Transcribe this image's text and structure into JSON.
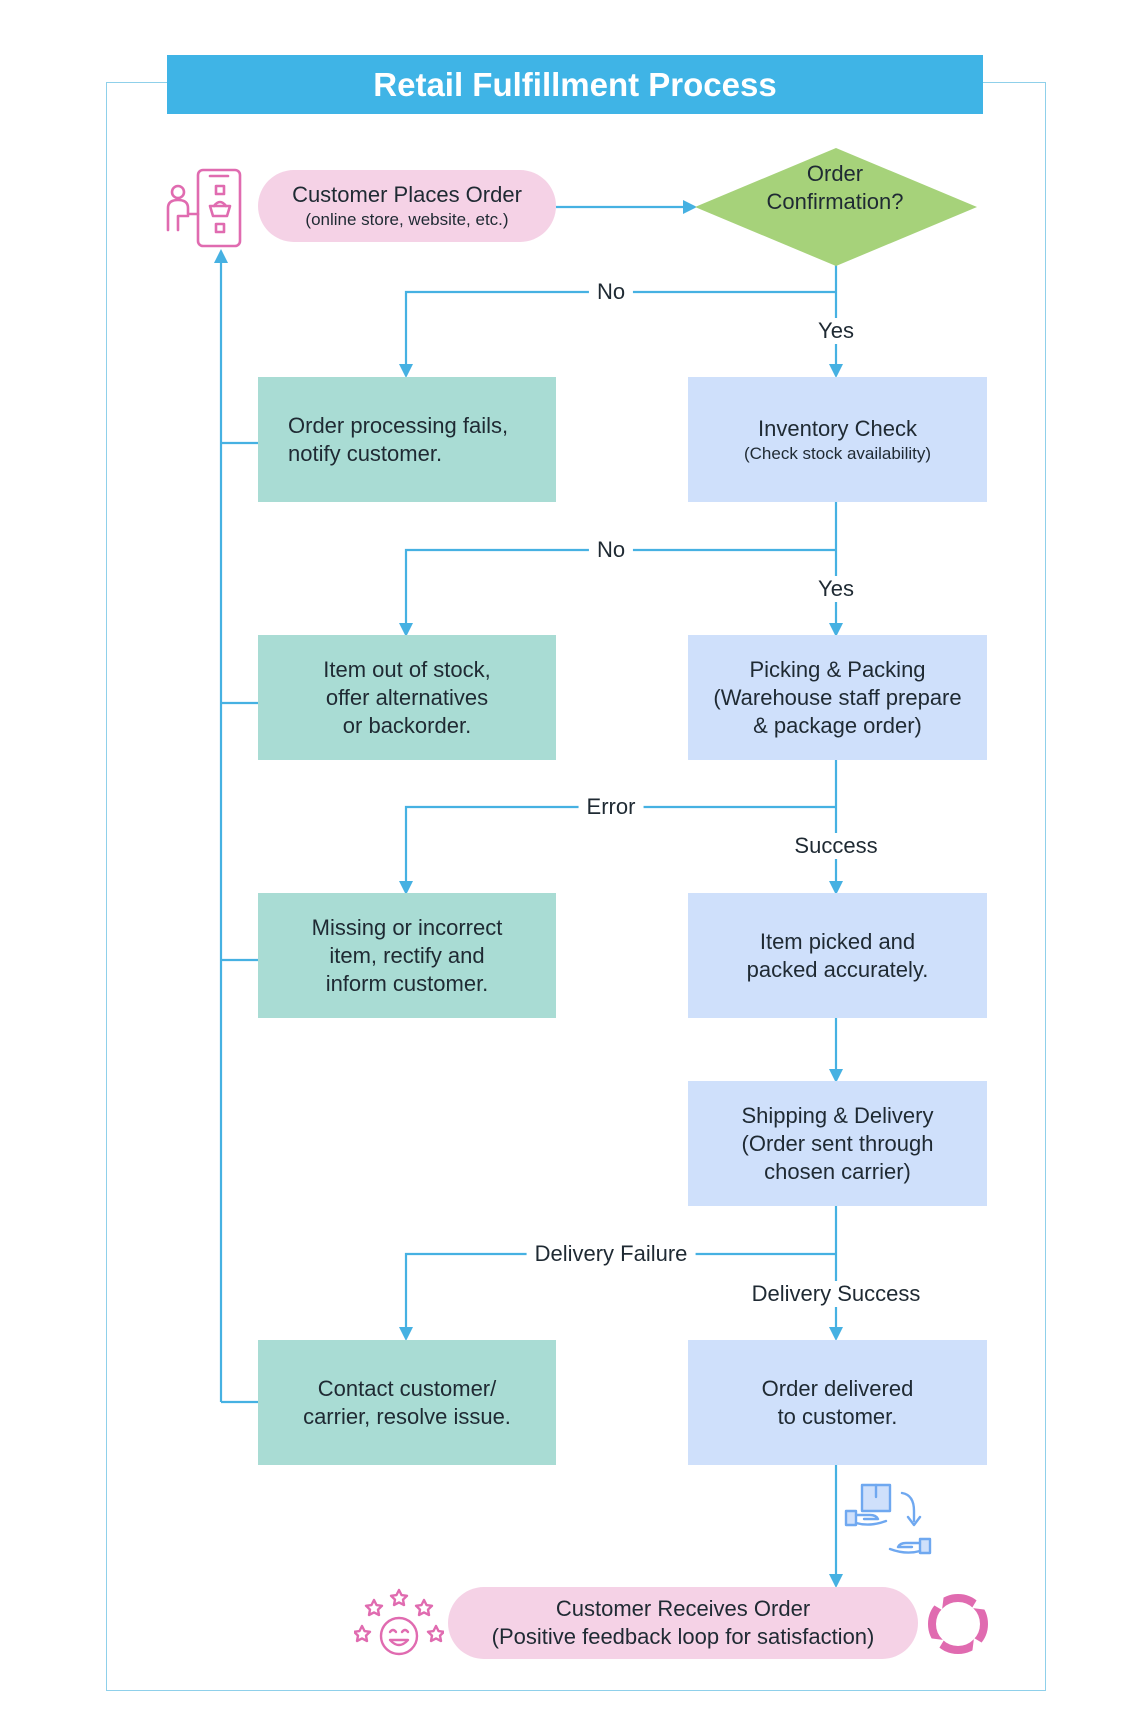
{
  "title": "Retail Fulfillment Process",
  "start": {
    "main": "Customer Places Order",
    "sub": "(online store, website, etc.)"
  },
  "decision": {
    "text": "Order\nConfirmation?"
  },
  "edges": {
    "no_1": "No",
    "yes_1": "Yes",
    "no_2": "No",
    "yes_2": "Yes",
    "error": "Error",
    "success": "Success",
    "delivery_failure": "Delivery Failure",
    "delivery_success": "Delivery Success"
  },
  "fail_boxes": {
    "processing_fails": "Order processing fails,\nnotify customer.",
    "out_of_stock": "Item out of stock,\noffer alternatives\nor backorder.",
    "missing_item": "Missing or incorrect\nitem, rectify and\ninform customer.",
    "contact_customer": "Contact customer/\ncarrier, resolve issue."
  },
  "steps": {
    "inventory_main": "Inventory Check",
    "inventory_sub": "(Check stock availability)",
    "picking": "Picking & Packing\n(Warehouse staff prepare\n& package order)",
    "picked": "Item picked and\npacked accurately.",
    "shipping": "Shipping & Delivery\n(Order sent through\nchosen carrier)",
    "delivered": "Order delivered\nto customer."
  },
  "end": {
    "main": "Customer Receives Order",
    "sub": "(Positive feedback loop for satisfaction)"
  },
  "colors": {
    "accent": "#3fb4e6",
    "line": "#46b1e2",
    "fail_box": "#a9dcd4",
    "step_box": "#cfe0fb",
    "pill": "#f5d2e6",
    "decision": "#a6d27a",
    "icon_pink": "#e06bb0",
    "icon_blue": "#6fa8f0"
  },
  "icons": [
    "mobile-shopping-icon",
    "package-handover-icon",
    "happy-stars-icon",
    "cycle-arrows-icon"
  ]
}
